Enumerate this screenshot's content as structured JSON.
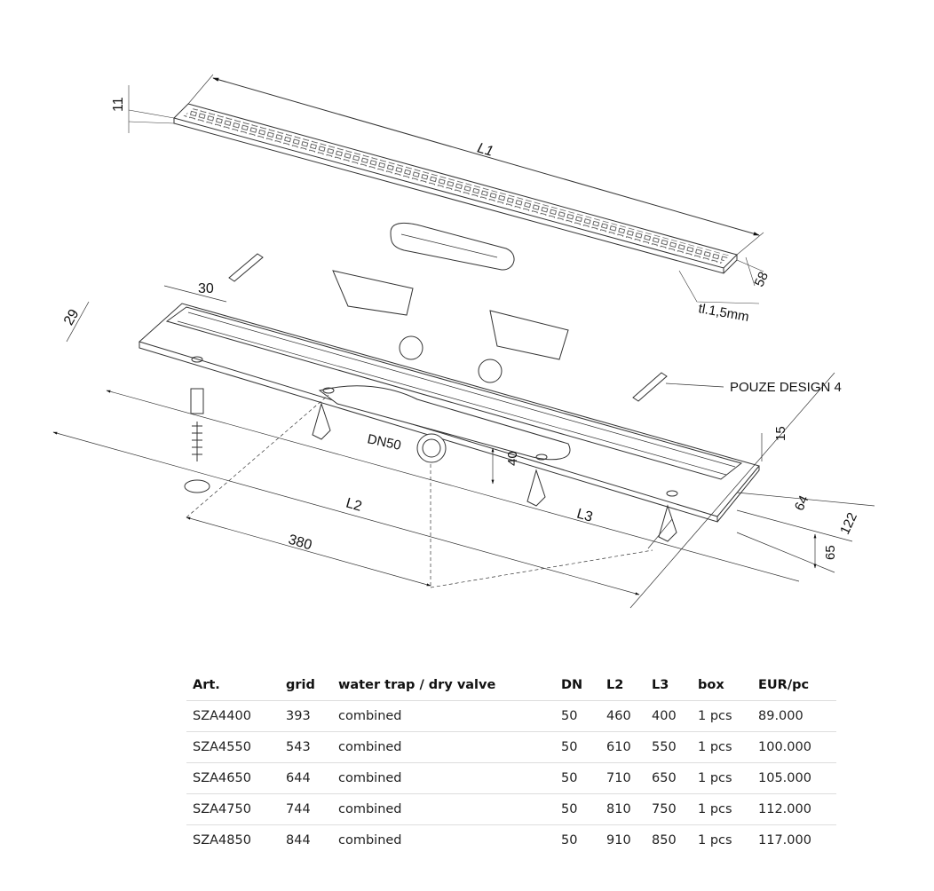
{
  "drawing": {
    "labels": {
      "grate_height": "11",
      "grate_length": "L1",
      "grate_width": "58",
      "grate_thickness": "tl.1,5mm",
      "flange_width": "30",
      "flange_offset": "29",
      "design_note": "POUZE DESIGN 4",
      "outlet": "DN50",
      "outlet_height": "40",
      "channel_top": "15",
      "channel_width": "64",
      "total_width": "122",
      "foot_height": "65",
      "channel_length": "L2",
      "feet_spacing": "L3",
      "outlet_position": "380"
    }
  },
  "table": {
    "headers": [
      "Art.",
      "grid",
      "water trap / dry valve",
      "DN",
      "L2",
      "L3",
      "box",
      "EUR/pc"
    ],
    "rows": [
      [
        "SZA4400",
        "393",
        "combined",
        "50",
        "460",
        "400",
        "1 pcs",
        "89.000"
      ],
      [
        "SZA4550",
        "543",
        "combined",
        "50",
        "610",
        "550",
        "1 pcs",
        "100.000"
      ],
      [
        "SZA4650",
        "644",
        "combined",
        "50",
        "710",
        "650",
        "1 pcs",
        "105.000"
      ],
      [
        "SZA4750",
        "744",
        "combined",
        "50",
        "810",
        "750",
        "1 pcs",
        "112.000"
      ],
      [
        "SZA4850",
        "844",
        "combined",
        "50",
        "910",
        "850",
        "1 pcs",
        "117.000"
      ]
    ]
  }
}
